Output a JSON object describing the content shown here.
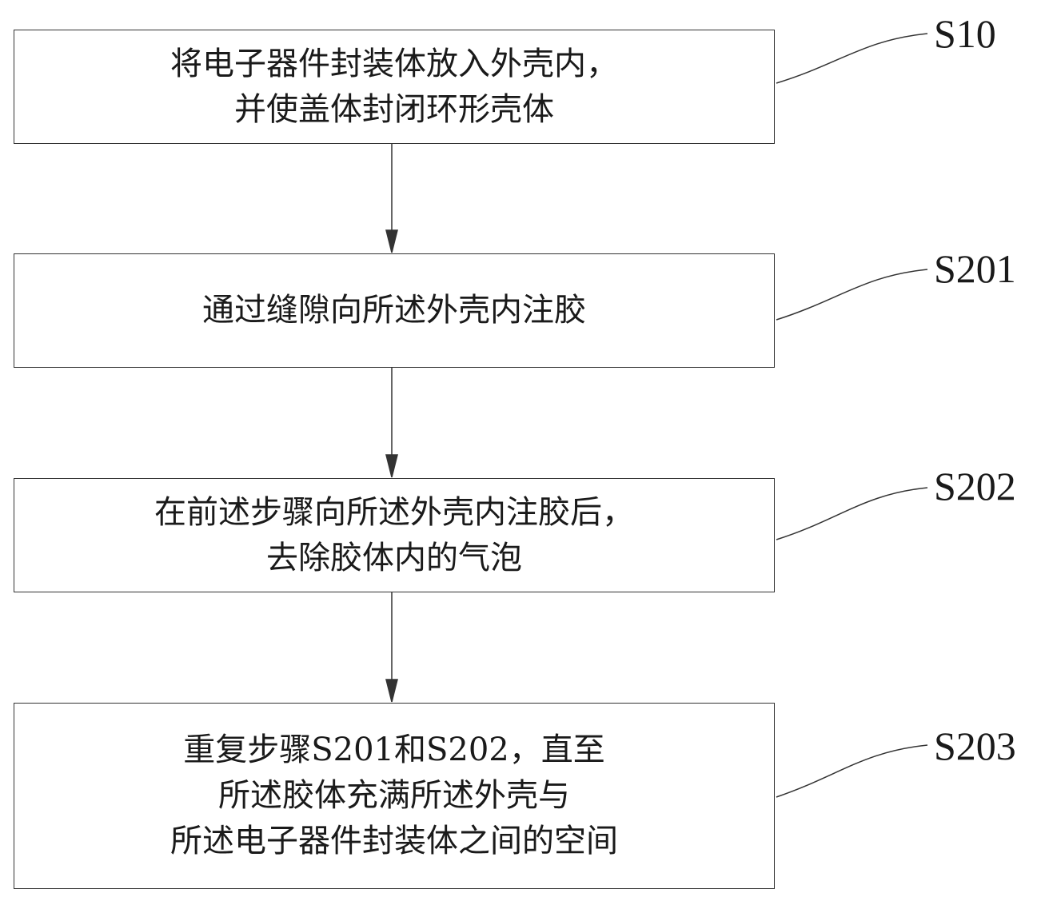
{
  "steps": [
    {
      "id": "S10",
      "lines": [
        "将电子器件封装体放入外壳内，",
        "并使盖体封闭环形壳体"
      ]
    },
    {
      "id": "S201",
      "lines": [
        "通过缝隙向所述外壳内注胶"
      ]
    },
    {
      "id": "S202",
      "lines": [
        "在前述步骤向所述外壳内注胶后，",
        "去除胶体内的气泡"
      ]
    },
    {
      "id": "S203",
      "lines": [
        "重复步骤S201和S202，直至",
        "所述胶体充满所述外壳与",
        "所述电子器件封装体之间的空间"
      ]
    }
  ]
}
